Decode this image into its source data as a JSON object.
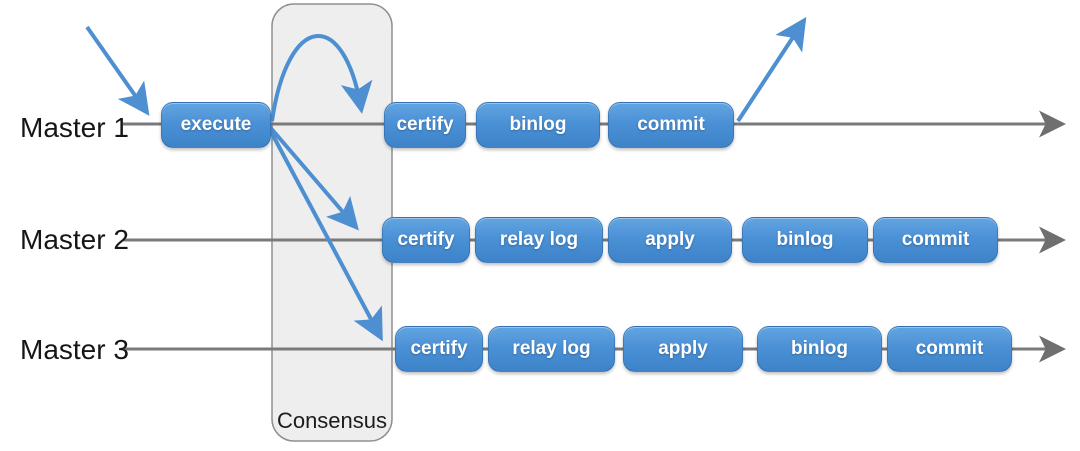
{
  "diagram": {
    "consensus": {
      "label": "Consensus"
    },
    "rows": [
      {
        "label": "Master 1",
        "boxes": [
          {
            "label": "execute"
          },
          {
            "label": "certify"
          },
          {
            "label": "binlog"
          },
          {
            "label": "commit"
          }
        ]
      },
      {
        "label": "Master 2",
        "boxes": [
          {
            "label": "certify"
          },
          {
            "label": "relay log"
          },
          {
            "label": "apply"
          },
          {
            "label": "binlog"
          },
          {
            "label": "commit"
          }
        ]
      },
      {
        "label": "Master 3",
        "boxes": [
          {
            "label": "certify"
          },
          {
            "label": "relay log"
          },
          {
            "label": "apply"
          },
          {
            "label": "binlog"
          },
          {
            "label": "commit"
          }
        ]
      }
    ],
    "colors": {
      "box_blue_top": "#62a4e1",
      "box_blue_bottom": "#3e83c9",
      "arrow_blue": "#4d8fd1",
      "line_gray": "#7a7a7a",
      "arrowhead_gray": "#6f6f6f",
      "consensus_fill": "#eeeeee",
      "consensus_border": "#8f8f8f",
      "label_text": "#161616",
      "box_text": "#ffffff"
    }
  }
}
